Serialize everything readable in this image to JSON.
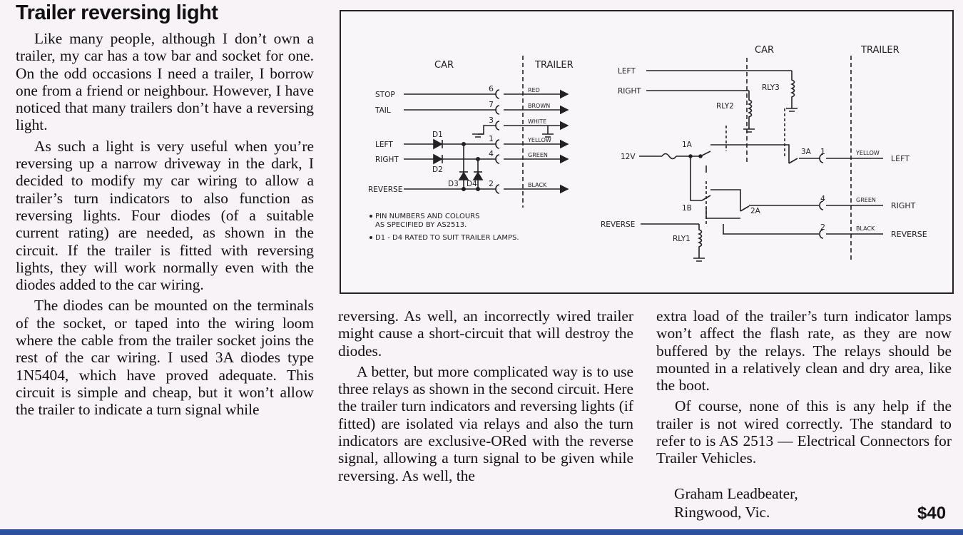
{
  "article": {
    "title": "Trailer reversing light",
    "col1": [
      "Like many people, although I don’t own a trailer, my car has a tow bar and socket for one. On the odd occasions I need a trailer, I borrow one from a friend or neighbour. However, I have noticed that many trailers don’t have a reversing light.",
      "As such a light is very useful when you’re reversing up a narrow driveway in the dark, I decided to modify my car wiring to allow a trailer’s turn indicators to also function as reversing lights. Four diodes (of a suitable current rating) are needed, as shown in the circuit. If the trailer is fitted with reversing lights, they will work normally even with the diodes added to the car wiring.",
      "The diodes can be mounted on the terminals of the socket, or taped into the wiring loom where the cable from the trailer socket joins the rest of the car wiring. I used 3A diodes type 1N5404, which have proved adequate. This circuit is simple and cheap, but it won’t allow the trailer to indicate a turn signal while"
    ],
    "col2": [
      "reversing. As well, an incorrectly wired trailer might cause a short-circuit that will destroy the diodes.",
      "A better, but more complicated way is to use three relays as shown in the second circuit. Here the trailer turn indicators and reversing lights (if fitted) are isolated via relays and also the turn indicators are exclusive-ORed with the reverse signal, allowing a turn signal to be given while reversing. As well, the"
    ],
    "col3": [
      "extra load of the trailer’s turn indicator lamps won’t affect the flash rate, as they are now buffered by the relays. The relays should be mounted in a relatively clean and dry area, like the boot.",
      "Of course, none of this is any help if the trailer is not wired correctly. The standard to refer to is AS 2513 — Electrical Connectors for Trailer Vehicles."
    ],
    "author": "Graham Leadbeater,",
    "location": "Ringwood, Vic.",
    "payment": "$40"
  },
  "diagram1": {
    "car": "CAR",
    "trailer": "TRAILER",
    "inputs": [
      "STOP",
      "TAIL",
      "LEFT",
      "RIGHT",
      "REVERSE"
    ],
    "pins": [
      "6",
      "7",
      "3",
      "1",
      "4",
      "2"
    ],
    "wire_colours": [
      "RED",
      "BROWN",
      "WHITE",
      "YELLOW",
      "GREEN",
      "BLACK"
    ],
    "diodes": [
      "D1",
      "D2",
      "D3",
      "D4"
    ],
    "note1a": "PIN NUMBERS AND COLOURS",
    "note1b": "AS SPECIFIED BY AS2513.",
    "note2": "D1 - D4 RATED TO SUIT TRAILER LAMPS."
  },
  "diagram2": {
    "car": "CAR",
    "trailer": "TRAILER",
    "inputs": [
      "LEFT",
      "RIGHT",
      "12V",
      "REVERSE"
    ],
    "relays": [
      "RLY1",
      "RLY2",
      "RLY3"
    ],
    "contacts": [
      "1A",
      "1B",
      "2A",
      "3A"
    ],
    "pins": [
      "1",
      "4",
      "2"
    ],
    "wire_colours": [
      "YELLOW",
      "GREEN",
      "BLACK"
    ],
    "outputs": [
      "LEFT",
      "RIGHT",
      "REVERSE"
    ]
  }
}
